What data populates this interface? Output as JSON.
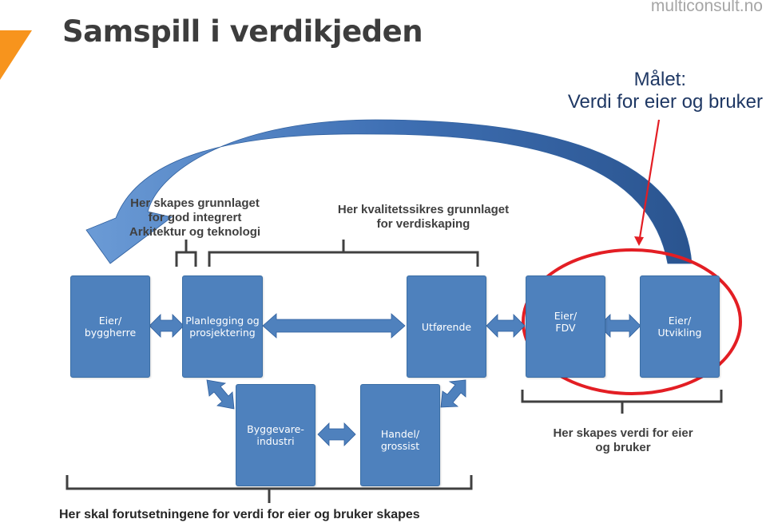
{
  "header": {
    "title": "Samspill i verdikjeden",
    "brand": "multiconsult.no"
  },
  "goal": {
    "line1": "Målet:",
    "line2": "Verdi for eier og bruker"
  },
  "notes": {
    "architecture": [
      "Her skapes grunnlaget",
      "for god integrert",
      "Arkitektur og teknologi"
    ],
    "quality": [
      "Her kvalitetssikres grunnlaget",
      "for verdiskaping"
    ],
    "value": [
      "Her skapes verdi for eier",
      "og bruker"
    ],
    "bottom": "Her skal forutsetningene for verdi for eier og bruker skapes"
  },
  "boxes": {
    "owner": [
      "Eier/",
      "byggherre"
    ],
    "planning": [
      "Planlegging og",
      "prosjektering"
    ],
    "contractor": [
      "Utførende"
    ],
    "fdv": [
      "Eier/",
      "FDV"
    ],
    "development": [
      "Eier/",
      "Utvikling"
    ],
    "industry": [
      "Byggevare-",
      "industri"
    ],
    "trade": [
      "Handel/",
      "grossist"
    ]
  },
  "colors": {
    "box": "#4e81bd",
    "arrow": "#4f81bd",
    "highlight": "#e31e24",
    "accent": "#f7941d",
    "bracket": "#404040"
  }
}
